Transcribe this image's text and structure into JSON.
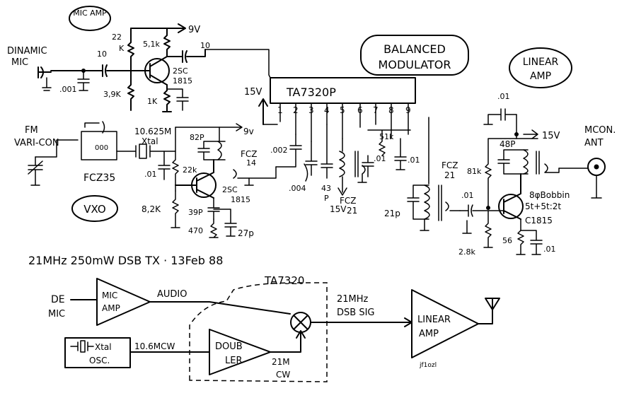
{
  "schematic": {
    "mic_amp_bubble": "MIC AMP",
    "dynamic_mic": [
      "DINAMIC",
      "MIC"
    ],
    "mic_cap": ".001",
    "mic_r_series": "10",
    "mic_r_22k": "22 K",
    "mic_r_39k": "3,9K",
    "mic_r_51k": "5,1k",
    "supply_top": "9V",
    "coupling_cap": "10",
    "tr1": [
      "2SC",
      "1815"
    ],
    "tr1_emitter_r": "1K",
    "balanced_mod_bubble": [
      "BALANCED",
      "MODULATOR"
    ],
    "ic_label": "TA7320P",
    "ic_supply": "15V",
    "ic_pins": [
      "1",
      "2",
      "3",
      "4",
      "5",
      "6",
      "7",
      "8",
      "9"
    ],
    "ic_r_51k": "51k",
    "ic_cap_a": ".01",
    "ic_cap_b": ".01",
    "ic_cap_002": ".002",
    "fm_varicon": [
      "FM",
      "VARI-CON"
    ],
    "fcz35": "FCZ35",
    "xtal": [
      "10.625M",
      "Xtal"
    ],
    "vxo_cap": ".01",
    "vxo_82p": "82P",
    "vxo_22k": "22k",
    "vxo_82k": "8,2K",
    "vxo_39p": "39P",
    "vxo_470": "470",
    "vxo_27p": "27p",
    "vxo_supply": "9v",
    "vxo_bubble": "VXO",
    "fcz14": [
      "FCZ",
      "14"
    ],
    "tr2": [
      "2SC",
      "1815"
    ],
    "cap_004": ".004",
    "cap_43p": [
      "43",
      "P"
    ],
    "fcz21_a": [
      "FCZ",
      "21"
    ],
    "supply_15v_b": "15V",
    "fcz21_b": [
      "FCZ",
      "21"
    ],
    "cap_21p": "21p",
    "lin_cap_01": ".01",
    "lin_r_81k": "81k",
    "lin_r_28k": "2.8k",
    "lin_r_56": "56",
    "lin_cap_01b": ".01",
    "lin_cap_top": ".01",
    "lin_48p": "48P",
    "lin_supply": "15V",
    "linear_amp_bubble": [
      "LINEAR",
      "AMP"
    ],
    "mcon": [
      "MCON.",
      "ANT"
    ],
    "bobbin": [
      "8φBobbin",
      "5t+5t:2t"
    ],
    "tr3": "C1815"
  },
  "title": "21MHz 250mW DSB TX · 13Feb 88",
  "block_diagram": {
    "mic": [
      "DE",
      "MIC"
    ],
    "mic_amp": [
      "MIC",
      "AMP"
    ],
    "audio": "AUDIO",
    "ic_group": "TA7320",
    "dsb_signal": [
      "21MHz",
      "DSB SIG"
    ],
    "linear_amp": [
      "LINEAR",
      "AMP"
    ],
    "xtal_osc": [
      "Xtal",
      "OSC."
    ],
    "cw_freq": "10.6MCW",
    "doubler": [
      "DOUB",
      "LER"
    ],
    "doubler_out": [
      "21M",
      "CW"
    ]
  },
  "credit": "jf1ozl"
}
